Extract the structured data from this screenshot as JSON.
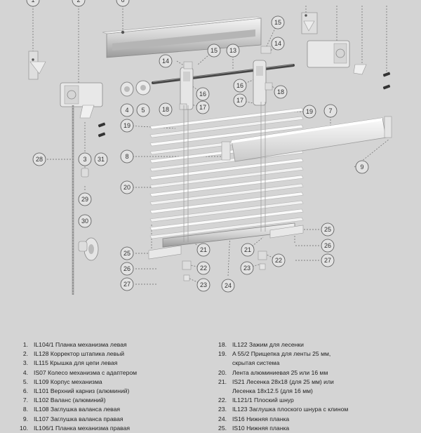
{
  "diagram": {
    "callouts": [
      "1",
      "2",
      "3",
      "4",
      "5",
      "6",
      "7",
      "8",
      "9",
      "13",
      "14",
      "15",
      "16",
      "17",
      "18",
      "19",
      "20",
      "21",
      "22",
      "23",
      "24",
      "25",
      "26",
      "27",
      "28",
      "29",
      "30",
      "31"
    ]
  },
  "legend": {
    "left": [
      {
        "n": "1.",
        "t": "IL104/1 Планка механизма левая"
      },
      {
        "n": "2.",
        "t": "IL128 Корректор штапика левый"
      },
      {
        "n": "3.",
        "t": "IL115 Крышка для цепи левая"
      },
      {
        "n": "4.",
        "t": "IS07 Колесо механизма с адаптером"
      },
      {
        "n": "5.",
        "t": "IL109 Корпус механизма"
      },
      {
        "n": "6.",
        "t": "IL101 Верхний карниз (алюминий)"
      },
      {
        "n": "7.",
        "t": "IL102 Валанс (алюминий)"
      },
      {
        "n": "8.",
        "t": "IL108 Заглушка валанса левая"
      },
      {
        "n": "9.",
        "t": "IL107 Заглушка валанса правая"
      },
      {
        "n": "10.",
        "t": "IL106/1 Планка механизма правая"
      }
    ],
    "right": [
      {
        "n": "18.",
        "t": "IL122 Зажим для лесенки"
      },
      {
        "n": "19.",
        "t": "A 55/2 Прищепка для ленты 25 мм,"
      },
      {
        "n": "",
        "t": "скрытая система"
      },
      {
        "n": "20.",
        "t": "Лента алюминиевая 25 или 16 мм"
      },
      {
        "n": "21.",
        "t": "IS21 Лесенка 28х18 (для 25 мм) или"
      },
      {
        "n": "",
        "t": "Лесенка 18х12.5 (для 16 мм)"
      },
      {
        "n": "22.",
        "t": "IL121/1 Плоский шнур"
      },
      {
        "n": "23.",
        "t": "IL123 Заглушка плоского шнура с клином"
      },
      {
        "n": "24.",
        "t": "IS16 Нижняя планка"
      },
      {
        "n": "25.",
        "t": "IS10 Нижняя планка"
      }
    ]
  }
}
